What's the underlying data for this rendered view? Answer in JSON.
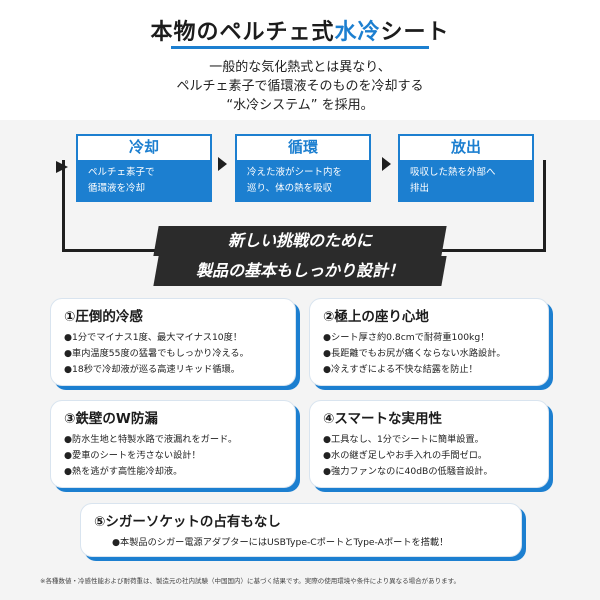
{
  "header": {
    "title_pre": "本物のペルチェ式",
    "title_highlight": "水冷",
    "title_post": "シート",
    "subtitle_lines": [
      "一般的な気化熱式とは異なり、",
      "ペルチェ素子で循環液そのものを冷却する",
      "“水冷システム” を採用。"
    ]
  },
  "flow": {
    "steps": [
      {
        "title": "冷却",
        "lines": [
          "ペルチェ素子で",
          "循環液を冷却"
        ]
      },
      {
        "title": "循環",
        "lines": [
          "冷えた液がシート内を",
          "巡り、体の熱を吸収"
        ]
      },
      {
        "title": "放出",
        "lines": [
          "吸収した熱を外部へ",
          "排出"
        ]
      }
    ]
  },
  "banner": {
    "line1": "新しい挑戦のために",
    "line2": "製品の基本もしっかり設計！"
  },
  "features": [
    {
      "title": "①圧倒的冷感",
      "items": [
        "●1分でマイナス1度、最大マイナス10度！",
        "●車内温度55度の猛暑でもしっかり冷える。",
        "●18秒で冷却液が巡る高速リキッド循環。"
      ]
    },
    {
      "title": "②極上の座り心地",
      "items": [
        "●シート厚さ約0.8cmで耐荷重100kg！",
        "●長距離でもお尻が痛くならない水路設計。",
        "●冷えすぎによる不快な結露を防止！"
      ]
    },
    {
      "title": "③鉄壁のW防漏",
      "items": [
        "●防水生地と特製水路で液漏れをガード。",
        "●愛車のシートを汚さない設計！",
        "●熱を逃がす高性能冷却液。"
      ]
    },
    {
      "title": "④スマートな実用性",
      "items": [
        "●工具なし、1分でシートに簡単設置。",
        "●水の継ぎ足しやお手入れの手間ゼロ。",
        "●強力ファンなのに40dBの低騒音設計。"
      ]
    },
    {
      "title": "⑤シガーソケットの占有もなし",
      "items": [
        "●本製品のシガー電源アダプターにはUSBType-CポートとType-Aポートを搭載！"
      ]
    }
  ],
  "footnote": "※各種数値・冷感性能および耐荷重は、製造元の社内試験（中国国内）に基づく結果です。実際の使用環境や条件により異なる場合があります。",
  "colors": {
    "accent": "#1c7fd0",
    "dark": "#2b2b2b",
    "panel": "#f4f4f4"
  }
}
